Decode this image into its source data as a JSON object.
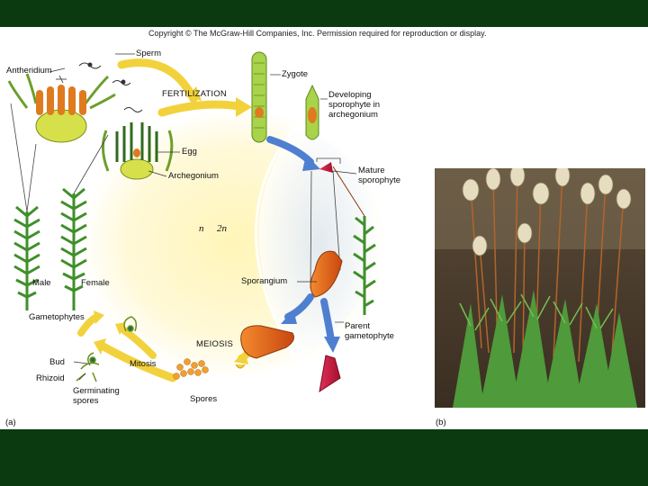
{
  "copyright": "Copyright © The McGraw-Hill Companies, Inc. Permission required for reproduction or display.",
  "labels": {
    "antheridium": "Antheridium",
    "sperm": "Sperm",
    "fertilization": "FERTILIZATION",
    "zygote": "Zygote",
    "developing_1": "Developing",
    "developing_2": "sporophyte in",
    "developing_3": "archegonium",
    "egg": "Egg",
    "archegonium": "Archegonium",
    "mature_1": "Mature",
    "mature_2": "sporophyte",
    "n": "n",
    "two_n": "2n",
    "male": "Male",
    "female": "Female",
    "sporangium": "Sporangium",
    "gametophytes": "Gametophytes",
    "meiosis": "MEIOSIS",
    "parent_1": "Parent",
    "parent_2": "gametophyte",
    "bud": "Bud",
    "mitosis": "Mitosis",
    "rhizoid": "Rhizoid",
    "germinating_1": "Germinating",
    "germinating_2": "spores",
    "spores": "Spores",
    "panel_a": "(a)",
    "panel_b": "(b)"
  },
  "colors": {
    "background": "#0b3a10",
    "panel": "#ffffff",
    "arrow_yellow": "#f2d23c",
    "arrow_blue": "#4f7fd0",
    "plant_green": "#3f8f2a",
    "capsule_orange": "#e0691b",
    "capsule_red": "#c2183a"
  }
}
